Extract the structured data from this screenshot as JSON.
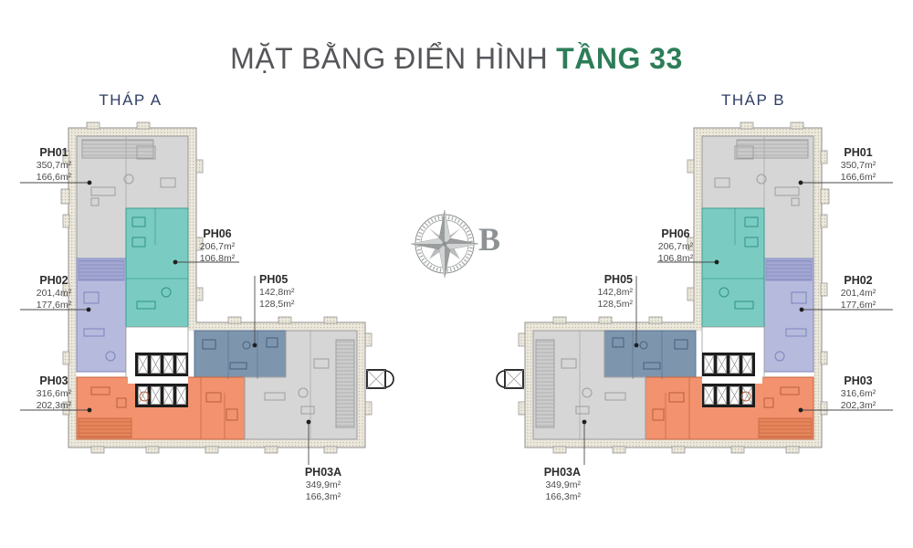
{
  "title": {
    "prefix": "MẶT BẰNG ĐIỂN HÌNH",
    "highlight": "TẦNG 33"
  },
  "compass": {
    "north_label": "B"
  },
  "legend_colors": {
    "unit_gray": "#d6d6d6",
    "unit_purple": "#b6badd",
    "unit_orange": "#f2926e",
    "unit_steel_blue": "#7e95ae",
    "unit_teal": "#7accc2",
    "title_accent": "#2d7d58",
    "tower_label": "#2e3d66"
  },
  "towers": {
    "a": {
      "name": "THÁP A",
      "units": {
        "ph01": {
          "name": "PH01",
          "area_gross": "350,7m²",
          "area_net": "166,6m²"
        },
        "ph02": {
          "name": "PH02",
          "area_gross": "201,4m²",
          "area_net": "177,6m²"
        },
        "ph03": {
          "name": "PH03",
          "area_gross": "316,6m²",
          "area_net": "202,3m²"
        },
        "ph03a": {
          "name": "PH03A",
          "area_gross": "349,9m²",
          "area_net": "166,3m²"
        },
        "ph05": {
          "name": "PH05",
          "area_gross": "142,8m²",
          "area_net": "128,5m²"
        },
        "ph06": {
          "name": "PH06",
          "area_gross": "206,7m²",
          "area_net": "106,8m²"
        }
      }
    },
    "b": {
      "name": "THÁP B",
      "units": {
        "ph01": {
          "name": "PH01",
          "area_gross": "350,7m²",
          "area_net": "166,6m²"
        },
        "ph02": {
          "name": "PH02",
          "area_gross": "201,4m²",
          "area_net": "177,6m²"
        },
        "ph03": {
          "name": "PH03",
          "area_gross": "316,6m²",
          "area_net": "202,3m²"
        },
        "ph03a": {
          "name": "PH03A",
          "area_gross": "349,9m²",
          "area_net": "166,3m²"
        },
        "ph05": {
          "name": "PH05",
          "area_gross": "142,8m²",
          "area_net": "128,5m²"
        },
        "ph06": {
          "name": "PH06",
          "area_gross": "206,7m²",
          "area_net": "106,8m²"
        }
      }
    }
  }
}
